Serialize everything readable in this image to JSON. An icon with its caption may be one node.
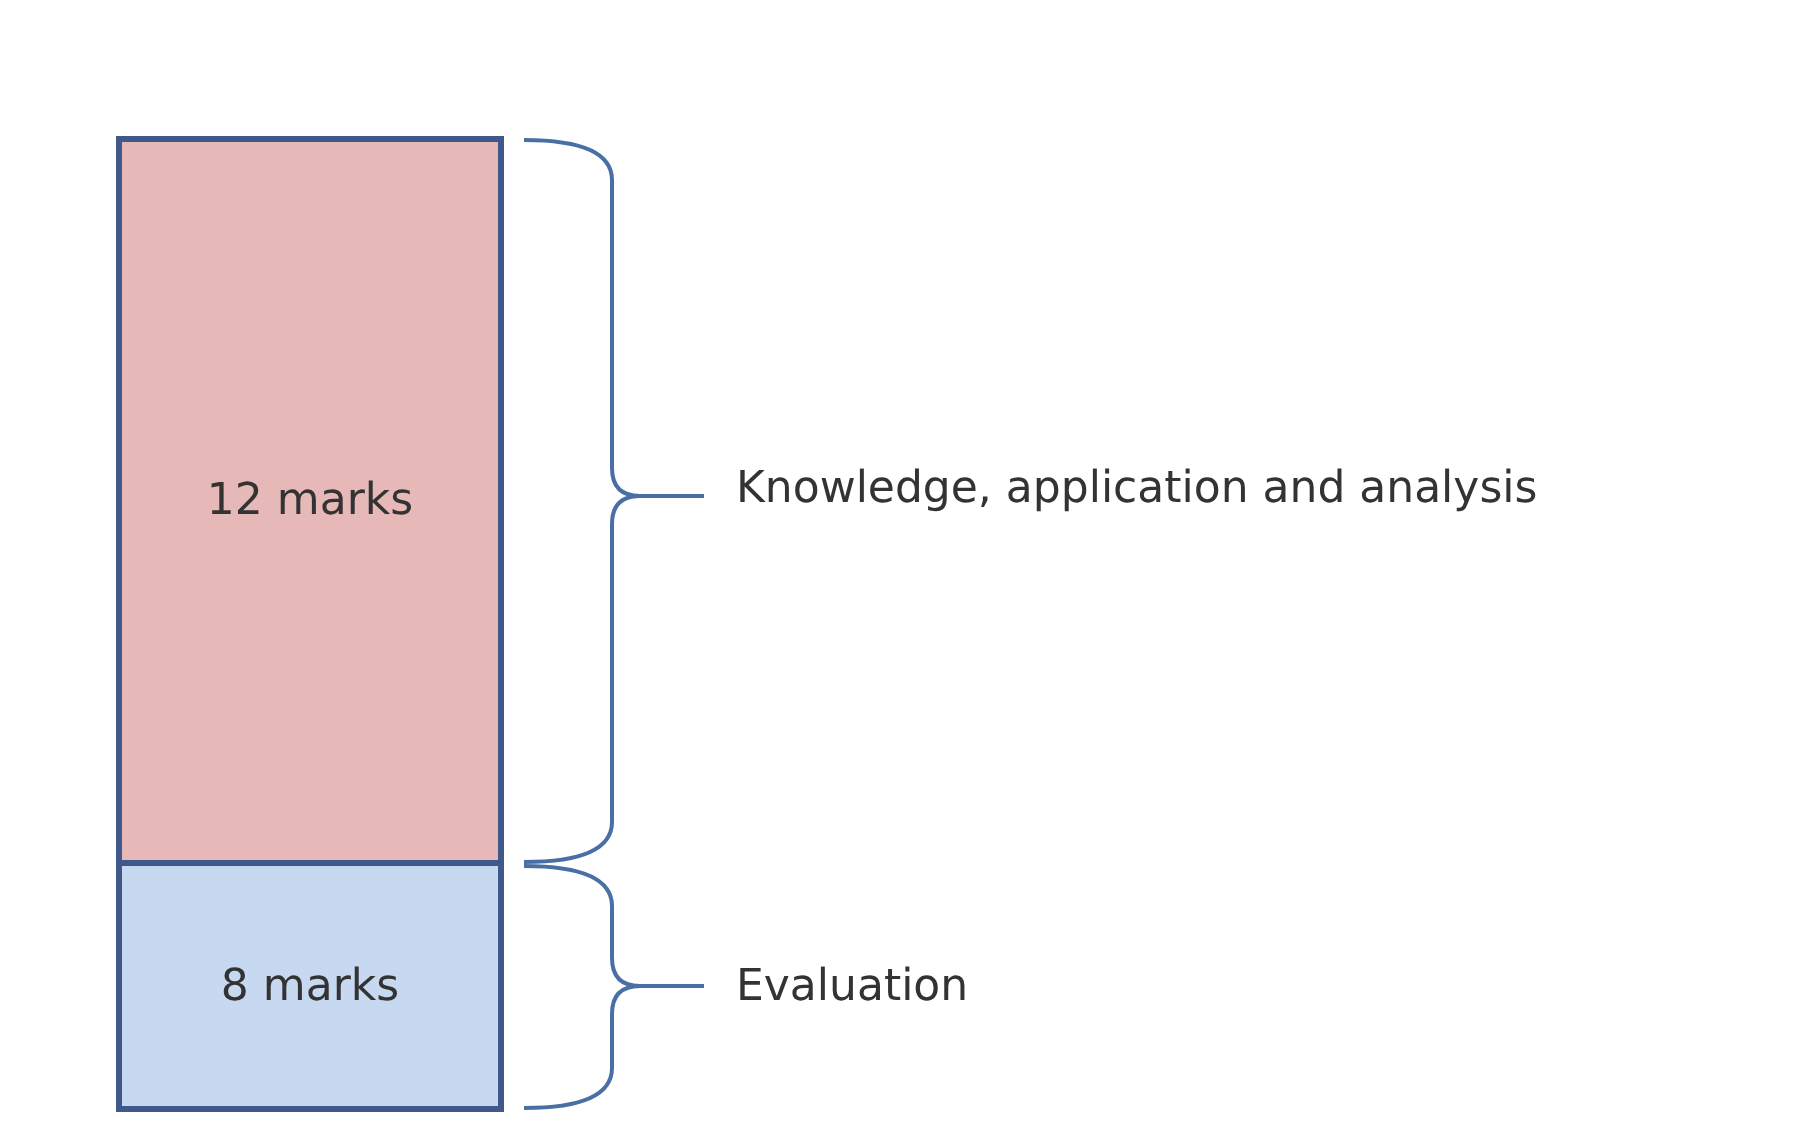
{
  "diagram": {
    "nodes": [
      {
        "text": [
          "12 marks"
        ]
      },
      {
        "text": [
          "8 marks"
        ]
      }
    ],
    "edges": [],
    "labels": [
      "Knowledge, application and analysis",
      "Evaluation"
    ]
  }
}
